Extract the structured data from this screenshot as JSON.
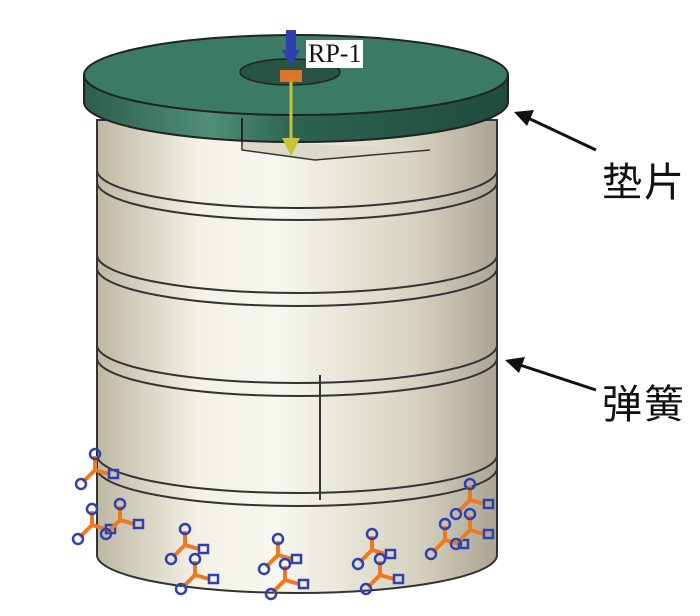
{
  "labels": {
    "washer": "垫片",
    "spring": "弹簧",
    "reference_point": "RP-1"
  },
  "colors": {
    "washer": "#2f6b57",
    "spring": "#e8e4d2",
    "load_arrow": "#c8c23a",
    "constraint_orange": "#f07820",
    "constraint_blue": "#3040b0"
  }
}
